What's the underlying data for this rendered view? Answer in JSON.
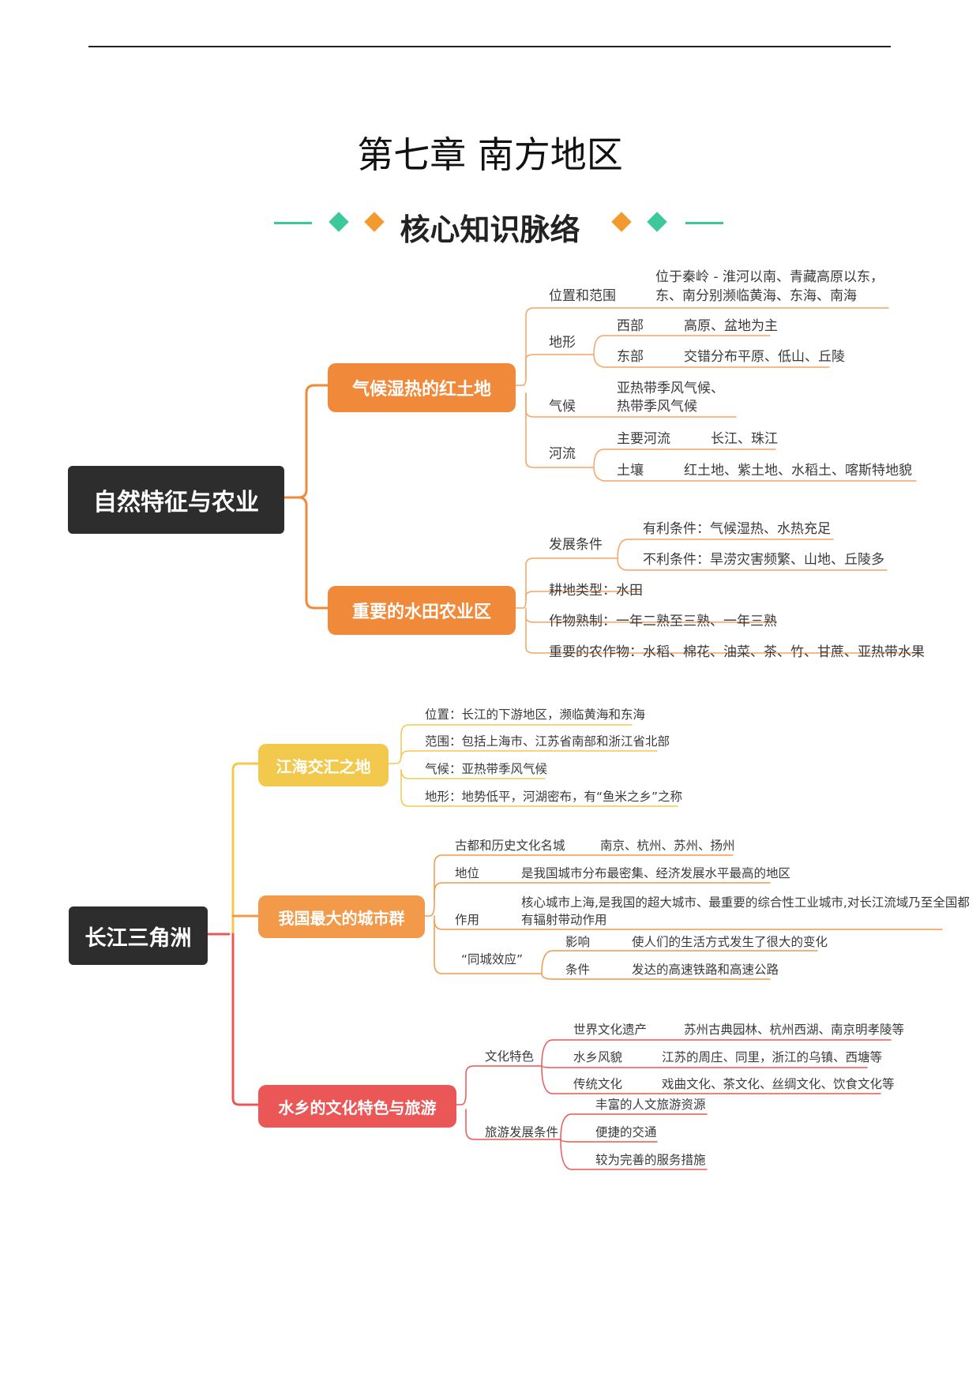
{
  "page": {
    "title": "第七章 南方地区",
    "subtitle": "核心知识脉络"
  },
  "colors": {
    "orange1": "#f08a3a",
    "yellow": "#f2c94c",
    "orange2": "#f2994a",
    "red": "#eb5757",
    "green": "#3cc89a",
    "dark": "#2d2d2d"
  },
  "map1": {
    "root": "自然特征与农业",
    "branch1": {
      "label": "气候湿热的红土地",
      "location": {
        "label": "位置和范围",
        "value1": "位于秦岭 - 淮河以南、青藏高原以东，",
        "value2": "东、南分别濒临黄海、东海、南海"
      },
      "terrain": {
        "label": "地形",
        "west": "西部",
        "west_value": "高原、盆地为主",
        "east": "东部",
        "east_value": "交错分布平原、低山、丘陵"
      },
      "climate": {
        "label": "气候",
        "value1": "亚热带季风气候、",
        "value2": "热带季风气候"
      },
      "rivers": {
        "label": "河流",
        "main": "主要河流",
        "main_value": "长江、珠江",
        "soil": "土壤",
        "soil_value": "红土地、紫土地、水稻土、喀斯特地貌"
      }
    },
    "branch2": {
      "label": "重要的水田农业区",
      "conditions": {
        "label": "发展条件",
        "favorable": "有利条件：气候湿热、水热充足",
        "unfavorable": "不利条件：旱涝灾害频繁、山地、丘陵多"
      },
      "farmland": "耕地类型：水田",
      "cropping": "作物熟制：一年二熟至三熟、一年三熟",
      "crops": "重要的农作物：水稻、棉花、油菜、茶、竹、甘蔗、亚热带水果"
    }
  },
  "map2": {
    "root": "长江三角洲",
    "branch1": {
      "label": "江海交汇之地",
      "items": [
        "位置：长江的下游地区，濒临黄海和东海",
        "范围：包括上海市、江苏省南部和浙江省北部",
        "气候：亚热带季风气候",
        "地形：地势低平，河湖密布，有“鱼米之乡”之称"
      ]
    },
    "branch2": {
      "label": "我国最大的城市群",
      "ancient": "古都和历史文化名城",
      "ancient_value": "南京、杭州、苏州、扬州",
      "status": "地位",
      "status_value": "是我国城市分布最密集、经济发展水平最高的地区",
      "role": "作用",
      "role_value1": "核心城市上海,是我国的超大城市、最重要的综合性工业城市,对长江流域乃至全国都",
      "role_value2": "有辐射带动作用",
      "sameCity": "“同城效应”",
      "influence": "影响",
      "influence_value": "使人们的生活方式发生了很大的变化",
      "condition": "条件",
      "condition_value": "发达的高速铁路和高速公路"
    },
    "branch3": {
      "label": "水乡的文化特色与旅游",
      "culture": "文化特色",
      "heritage": "世界文化遗产",
      "heritage_value": "苏州古典园林、杭州西湖、南京明孝陵等",
      "watertown": "水乡风貌",
      "watertown_value": "江苏的周庄、同里，浙江的乌镇、西塘等",
      "tradition": "传统文化",
      "tradition_value": "戏曲文化、茶文化、丝绸文化、饮食文化等",
      "tourism": "旅游发展条件",
      "tourism_items": [
        "丰富的人文旅游资源",
        "便捷的交通",
        "较为完善的服务措施"
      ]
    }
  }
}
